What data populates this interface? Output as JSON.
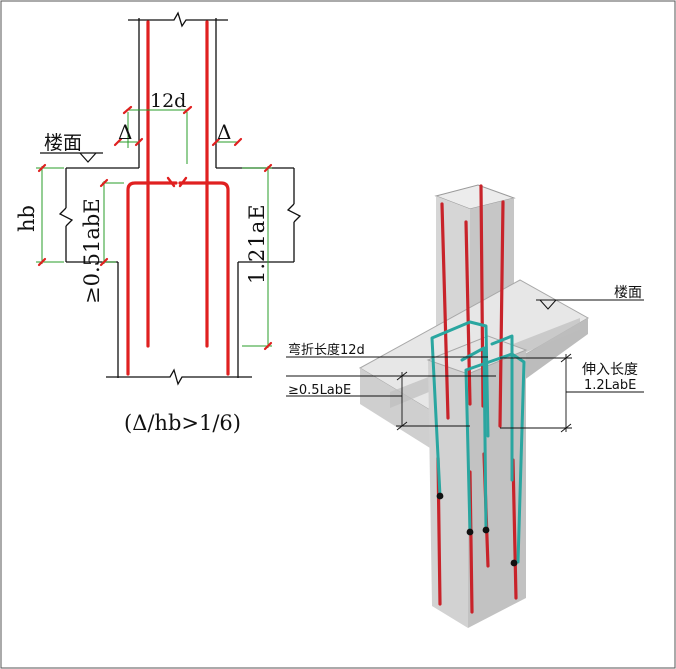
{
  "left_section": {
    "label_12d": "12d",
    "label_delta_left": "Δ",
    "label_delta_right": "Δ",
    "label_floor": "楼面",
    "label_hb": "hb",
    "label_anchor_min": "≥0.51abE",
    "label_extension": "1.21aE",
    "condition": "(Δ/hb>1/6)"
  },
  "right_3d": {
    "label_floor": "楼面",
    "label_bend": "弯折长度12d",
    "label_min_anchor": "≥0.5LabE",
    "label_extend_title": "伸入长度",
    "label_extend_value": "1.2LabE"
  },
  "colors": {
    "rebar": "#e02020",
    "rebar_3d": "#c8232a",
    "teal_rebar": "#2aa6a0",
    "dimension": "#2a9d2a",
    "outline": "#111111",
    "concrete_face": "#dcdcdc",
    "concrete_side": "#c4c4c4",
    "concrete_top": "#ececec"
  }
}
